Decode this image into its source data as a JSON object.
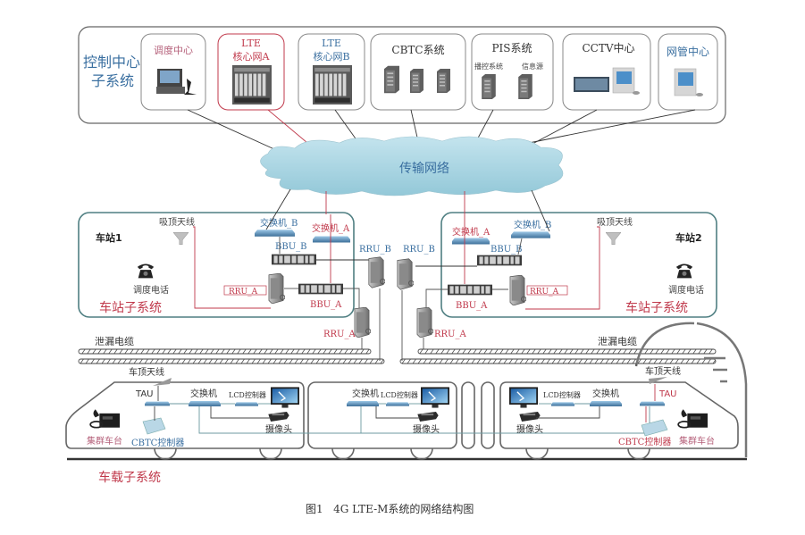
{
  "colors": {
    "blue_text": "#3a6fa0",
    "red": "#c0394b",
    "pink_text": "#b5607a",
    "red_text": "#c0394b",
    "teal_border": "#4f7f82",
    "gray_border": "#6e6e6e",
    "cloud": "#a9d6e3",
    "line_dark": "#333333",
    "line_teal": "#6c9aa0",
    "dark_text": "#333333"
  },
  "control_center": {
    "title_line1": "控制中心",
    "title_line2": "子系统",
    "boxes": [
      {
        "id": "dispatch",
        "label": "调度中心",
        "icon": "workstation-icon"
      },
      {
        "id": "lte-core-a",
        "label_line1": "LTE",
        "label_line2": "核心网A",
        "icon": "server-rack-icon"
      },
      {
        "id": "lte-core-b",
        "label_line1": "LTE",
        "label_line2": "核心网B",
        "icon": "server-rack-icon"
      },
      {
        "id": "cbtc",
        "label": "CBTC系统",
        "icon": "server-tower-icon"
      },
      {
        "id": "pis",
        "label": "PIS系统",
        "sub1": "播控系统",
        "sub2": "信息源",
        "icon": "server-tower-icon"
      },
      {
        "id": "cctv",
        "label": "CCTV中心",
        "icon": "video-wall-icon"
      },
      {
        "id": "nms",
        "label": "网管中心",
        "icon": "computer-icon"
      }
    ]
  },
  "transport": {
    "label": "传输网络"
  },
  "station1": {
    "name": "车站1",
    "antenna": "吸顶天线",
    "switch_b": "交换机_B",
    "switch_a": "交换机_A",
    "bbu_b": "BBU_B",
    "bbu_a": "BBU_A",
    "rru_a": "RRU_A",
    "phone": "调度电话",
    "subsystem": "车站子系统"
  },
  "station2": {
    "name": "车站2",
    "antenna": "吸顶天线",
    "switch_b": "交换机_B",
    "switch_a": "交换机_A",
    "bbu_b": "BBU_B",
    "bbu_a": "BBU_A",
    "rru_a": "RRU_A",
    "phone": "调度电话",
    "subsystem": "车站子系统"
  },
  "trackside": {
    "rru_b_left": "RRU_B",
    "rru_b_right": "RRU_B",
    "rru_a_left": "RRU_A",
    "rru_a_right": "RRU_A",
    "leaky_cable_left": "泄漏电缆",
    "leaky_cable_right": "泄漏电缆"
  },
  "train": {
    "roof_antenna_left": "车顶天线",
    "roof_antenna_right": "车顶天线",
    "tau_left": "TAU",
    "tau_right": "TAU",
    "switch": "交换机",
    "lcd": "LCD控制器",
    "camera": "摄像头",
    "trunk_radio": "集群车台",
    "cbtc_ctrl": "CBTC控制器",
    "subsystem": "车载子系统"
  },
  "caption": "图1   4G LTE-M系统的网络结构图"
}
